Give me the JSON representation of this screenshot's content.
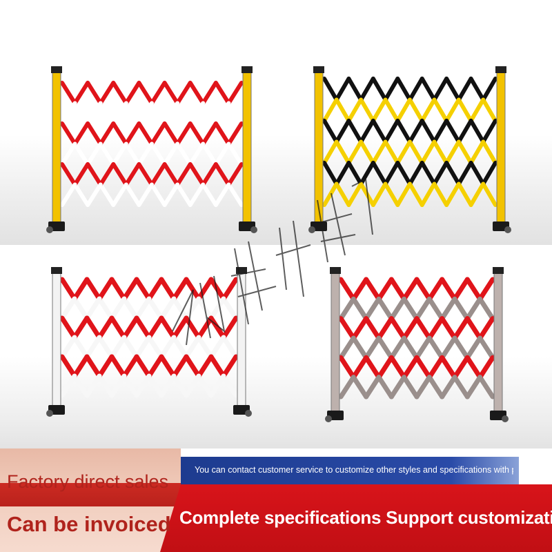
{
  "banner": {
    "left_line_1": "Factory direct sales",
    "left_line_2": "Can be invoiced",
    "contact_note": "You can contact customer service to customize other styles and specifications with pictu",
    "main_slogan": "Complete specifications Support customization"
  },
  "products": [
    {
      "name": "red-white-barrier-yellow-posts",
      "post_color": "#f2c200",
      "stripe_a": "#e0141a",
      "stripe_b": "#ffffff"
    },
    {
      "name": "black-yellow-barrier-yellow-posts",
      "post_color": "#f2c200",
      "stripe_a": "#111111",
      "stripe_b": "#f5d000"
    },
    {
      "name": "red-white-barrier-white-posts",
      "post_color": "#f3f3f3",
      "stripe_a": "#e0141a",
      "stripe_b": "#f7f7f7"
    },
    {
      "name": "red-steel-barrier-steel-posts",
      "post_color": "#bdb1ad",
      "stripe_a": "#e0141a",
      "stripe_b": "#9a8f8c"
    }
  ],
  "colors": {
    "banner_red": "#d8141a",
    "banner_blue": "#1d3b8f",
    "banner_tan": "#f1cdbd",
    "text_red": "#b0231c"
  }
}
